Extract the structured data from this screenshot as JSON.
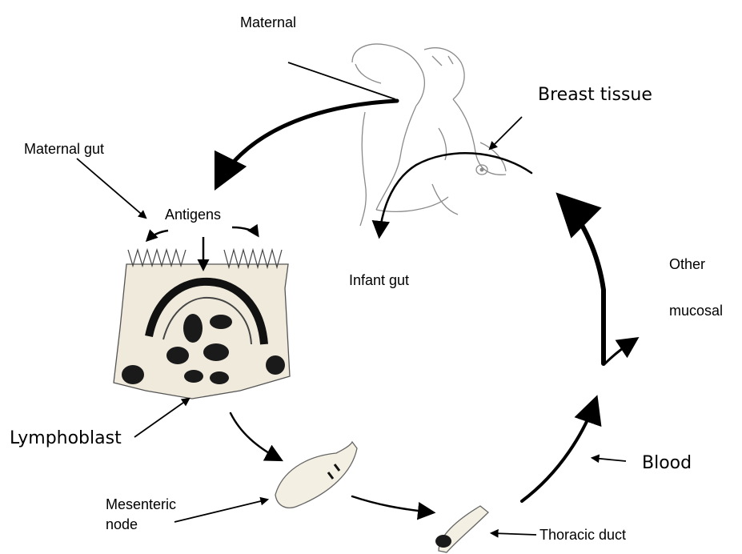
{
  "labels": {
    "maternal": "Maternal",
    "breast_tissue": "Breast tissue",
    "maternal_gut": "Maternal gut",
    "antigens": "Antigens",
    "infant_gut": "Infant gut",
    "other": "Other",
    "mucosal": "mucosal",
    "lymphoblast": "Lymphoblast",
    "blood": "Blood",
    "mesenteric_line1": "Mesenteric",
    "mesenteric_line2": "node",
    "thoracic_duct": "Thoracic duct"
  },
  "colors": {
    "ink": "#000000",
    "sketch": "#8a8a8a",
    "tissue_fill": "#efeadb",
    "node_fill": "#f3efe2"
  }
}
